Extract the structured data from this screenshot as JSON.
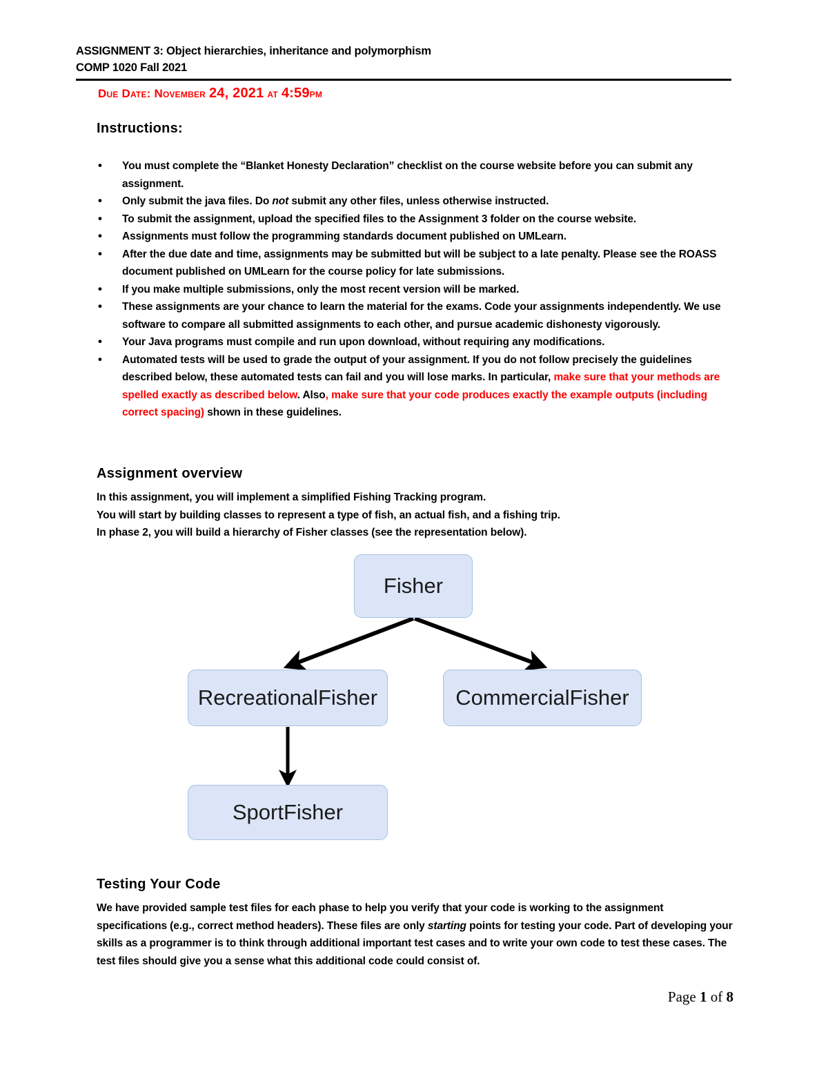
{
  "header": {
    "title_line1": "ASSIGNMENT 3: Object hierarchies, inheritance and polymorphism",
    "title_line2": "COMP 1020 Fall 2021",
    "due_date_label": "Due Date:",
    "due_date_month": "November",
    "due_date_daynum": "24, 2021",
    "due_date_at": "at",
    "due_date_time": "4:59",
    "due_date_meridiem": "pm",
    "due_date_color": "#ff0000"
  },
  "instructions": {
    "heading": "Instructions:",
    "bullets": [
      {
        "parts": [
          {
            "text": "You must complete the “Blanket Honesty Declaration” checklist on the course website before you can submit any assignment.",
            "style": "normal"
          }
        ]
      },
      {
        "parts": [
          {
            "text": "Only submit the java files. Do ",
            "style": "normal"
          },
          {
            "text": "not",
            "style": "italic"
          },
          {
            "text": " submit any other files, unless otherwise instructed.",
            "style": "normal"
          }
        ]
      },
      {
        "parts": [
          {
            "text": "To submit the assignment, upload the specified files to the Assignment 3 folder on the course website.",
            "style": "normal"
          }
        ]
      },
      {
        "parts": [
          {
            "text": "Assignments must follow the programming standards document published on UMLearn.",
            "style": "normal"
          }
        ]
      },
      {
        "parts": [
          {
            "text": "After the due date and time, assignments may be submitted but will be subject to a late penalty.  Please see the ROASS document published on UMLearn for the course policy for late submissions.",
            "style": "normal"
          }
        ]
      },
      {
        "parts": [
          {
            "text": "If you make multiple submissions, only the most recent version will be marked.",
            "style": "normal"
          }
        ]
      },
      {
        "parts": [
          {
            "text": "These assignments are your chance to learn the material for the exams. Code your assignments independently. We use software to compare all submitted assignments to each other, and pursue academic dishonesty vigorously.",
            "style": "normal"
          }
        ]
      },
      {
        "parts": [
          {
            "text": "Your Java programs must compile and run upon download, without requiring any modifications.",
            "style": "normal"
          }
        ]
      },
      {
        "parts": [
          {
            "text": "Automated tests will be used to grade the output of your assignment. If you do not follow precisely the guidelines described below, these automated tests can fail and you will lose marks. In particular, ",
            "style": "normal"
          },
          {
            "text": "make sure that your methods are spelled exactly as described below",
            "style": "red"
          },
          {
            "text": ". Also",
            "style": "normal"
          },
          {
            "text": ", make sure that your code produces exactly the example outputs (including correct spacing)",
            "style": "red"
          },
          {
            "text": " shown in these guidelines.",
            "style": "normal"
          }
        ]
      }
    ]
  },
  "overview": {
    "heading": "Assignment overview",
    "lines": [
      "In this assignment, you will implement a simplified Fishing Tracking program.",
      "You will start by building classes to represent a type of fish, an actual fish, and a fishing trip.",
      "In phase 2, you will build a hierarchy of Fisher classes (see the representation below)."
    ]
  },
  "diagram": {
    "node_fill": "#dbe5f7",
    "node_border": "#a8c0e0",
    "arrow_color": "#000000",
    "nodes": [
      {
        "id": "fisher",
        "label": "Fisher"
      },
      {
        "id": "recreational",
        "label": "RecreationalFisher"
      },
      {
        "id": "commercial",
        "label": "CommercialFisher"
      },
      {
        "id": "sport",
        "label": "SportFisher"
      }
    ],
    "edges": [
      {
        "from": "fisher",
        "to": "recreational"
      },
      {
        "from": "fisher",
        "to": "commercial"
      },
      {
        "from": "recreational",
        "to": "sport"
      }
    ]
  },
  "testing": {
    "heading": "Testing Your Code",
    "parts": [
      {
        "text": "We have provided sample test files for each phase to help you verify that your code is working to the assignment specifications (e.g., correct method headers).  These files are only ",
        "style": "normal"
      },
      {
        "text": "starting",
        "style": "italic"
      },
      {
        "text": " points for testing your code. Part of developing your skills as a programmer is to think through additional important test cases and to write your own code to test these cases.  The test files should give you a sense what this additional code could consist of.",
        "style": "normal"
      }
    ]
  },
  "footer": {
    "page_prefix": "Page ",
    "page_current": "1",
    "page_middle": " of ",
    "page_total": "8"
  }
}
